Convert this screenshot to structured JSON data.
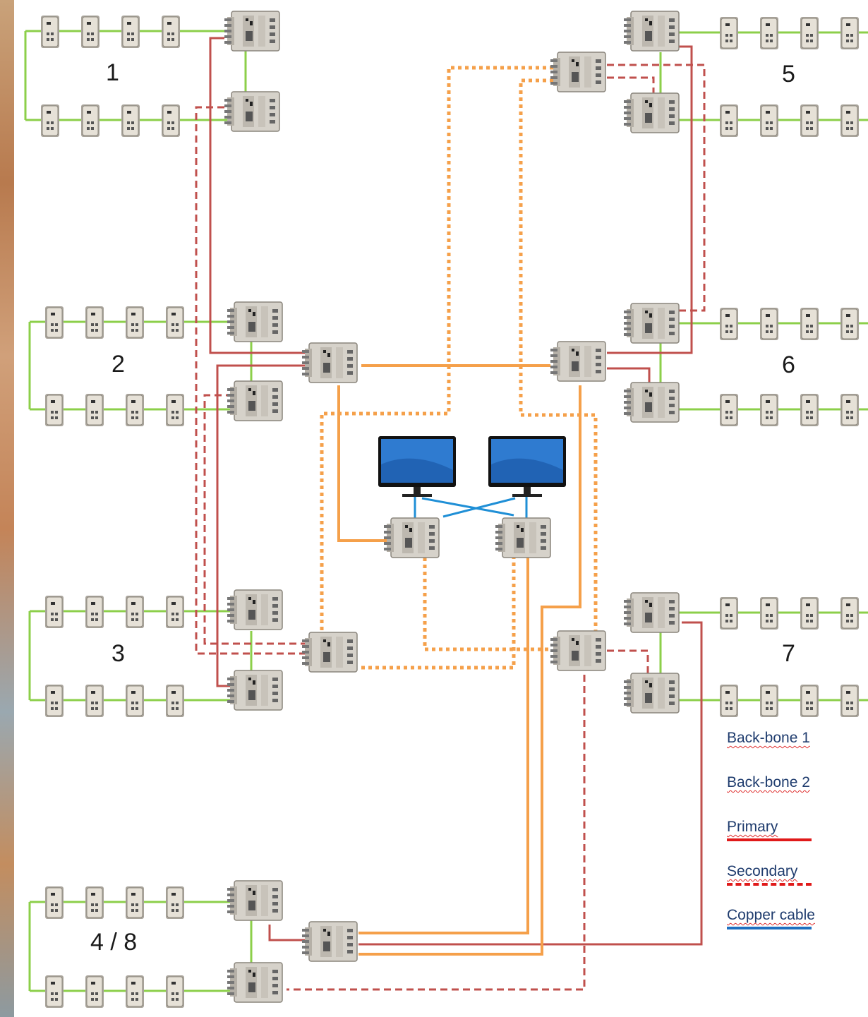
{
  "rings": [
    {
      "label": "1"
    },
    {
      "label": "2"
    },
    {
      "label": "3"
    },
    {
      "label": "4 / 8"
    },
    {
      "label": "5"
    },
    {
      "label": "6"
    },
    {
      "label": "7"
    }
  ],
  "legend": [
    {
      "label": "Back-bone 1",
      "style": "dotted",
      "color": "#f5a04a"
    },
    {
      "label": "Back-bone 2",
      "style": "solid",
      "color": "#f5a04a"
    },
    {
      "label": "Primary",
      "style": "solid",
      "color": "#e01a1a"
    },
    {
      "label": "Secondary",
      "style": "dashed",
      "color": "#e01a1a"
    },
    {
      "label": "Copper cable",
      "style": "solid",
      "color": "#1f6fc0"
    }
  ],
  "colors": {
    "ring_link": "#8ccf4a",
    "primary": "#c0504d",
    "secondary": "#c0504d",
    "backbone": "#f5a04a",
    "copper": "#1f8fd6"
  },
  "icons": {
    "small_node": "edge-switch-icon",
    "large_node": "managed-switch-icon",
    "monitor": "monitor-icon"
  }
}
